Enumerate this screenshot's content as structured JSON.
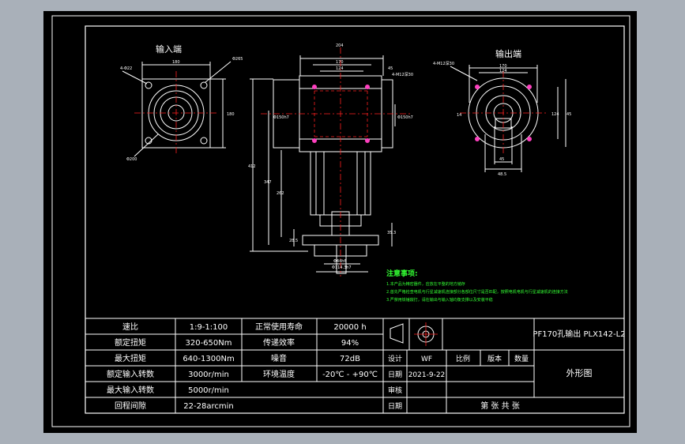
{
  "views": {
    "input_title": "输入端",
    "output_title": "输出端"
  },
  "dims": {
    "in_holes": "4-Φ22",
    "in_pcd": "Φ265",
    "in_width": "180",
    "in_height": "180",
    "in_pilot": "Φ200",
    "side_204": "204",
    "side_170": "170",
    "side_124": "124",
    "side_4m12": "4-M12深30",
    "side_45": "45",
    "side_d150": "Φ150h7",
    "side_d150b": "Φ150h7",
    "side_412": "412",
    "side_347": "347",
    "side_262": "262",
    "side_2865": "28.5",
    "side_353": "35.3",
    "side_d44": "Φ44h6",
    "side_d118": "Φ114.3h7",
    "out_holes": "4-M12深30",
    "out_170": "170",
    "out_124": "124",
    "out_124v": "124",
    "out_45": "45",
    "out_45b": "45",
    "out_48": "48.5",
    "out_14": "14"
  },
  "notes": {
    "title": "注意事项:",
    "line1": "1.本产品为精密器件，应放在平整的地方储存",
    "line2": "2.首先严格检查电机与行星减速机连接部分各部位尺寸是否匹配，按照电机电机与行星减速机的连接方法",
    "line3": "3.严禁用铁锤敲打，请在输出与输入轴均衡支撑以及安装平稳"
  },
  "specs": [
    {
      "label": "速比",
      "value": "1:9-1:100",
      "label2": "正常使用寿命",
      "value2": "20000 h"
    },
    {
      "label": "额定扭矩",
      "value": "320-650Nm",
      "label2": "传递效率",
      "value2": "94%"
    },
    {
      "label": "最大扭矩",
      "value": "640-1300Nm",
      "label2": "噪音",
      "value2": "72dB"
    },
    {
      "label": "额定输入转数",
      "value": "3000r/min",
      "label2": "环境温度",
      "value2": "-20℃ - +90℃"
    },
    {
      "label": "最大输入转数",
      "value": "5000r/min",
      "label2": "",
      "value2": ""
    },
    {
      "label": "回程间隙",
      "value": "22-28arcmin",
      "label2": "",
      "value2": ""
    }
  ],
  "title_block": {
    "drawing_name": "PF170孔输出 PLX142-L2",
    "sheet_title": "外形图",
    "design_label": "设计",
    "designer": "WF",
    "date_label": "日期",
    "date": "2021-9-22",
    "review_label": "审核",
    "date2_label": "日期",
    "scale_label": "比例",
    "version_label": "版本",
    "qty_label": "数量",
    "sheet_info": "第  张  共  张"
  }
}
